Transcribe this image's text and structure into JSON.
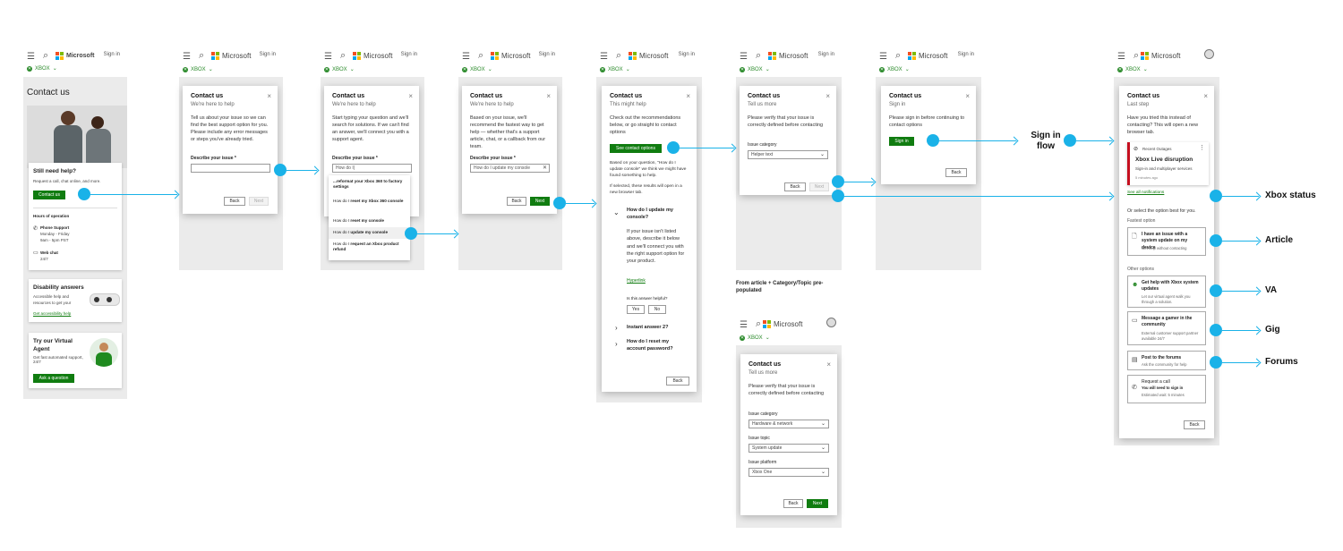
{
  "brand": {
    "microsoft": "Microsoft",
    "signin": "Sign in",
    "xbox": "XBOX"
  },
  "colors": {
    "accent": "#1ab2e8",
    "primary": "#107c10",
    "alert": "#c50f1f"
  },
  "common": {
    "back": "Back",
    "next": "Next",
    "yes": "Yes",
    "no": "No",
    "contact_us": "Contact us",
    "close": "×"
  },
  "s1": {
    "page_title": "Contact us",
    "still_need_help": "Still need help?",
    "still_desc": "Request a call, chat online, and more.",
    "contact_btn": "Contact us",
    "hours": "Hours of operation",
    "phone": "Phone Support",
    "phone_days": "Monday - Friday",
    "phone_hours": "9am - 5pm PST",
    "chat": "Web chat",
    "chat_hours": "24/7",
    "dis_title": "Disability answers",
    "dis_desc": "Accessible help and resources to get your",
    "dis_link": "Get accessibility help",
    "va_title": "Try our Virtual Agent",
    "va_desc": "Get fast automated support, 24/7",
    "va_btn": "Ask a question"
  },
  "s2": {
    "subtitle": "We're here to help",
    "body": "Tell us about your issue so we can find the best support option for you. Please include any error messages or steps you've already tried.",
    "label": "Describe your issue *"
  },
  "s3": {
    "subtitle": "We're here to help",
    "body": "Start typing your question and we'll search for solutions. If we can't find an answer, we'll connect you with a support agent.",
    "label": "Describe your issue *",
    "value": "How do I|",
    "sugg1": "...reformat your Xbox 360 to factory settings",
    "sugg2a": "How do I ",
    "sugg2b": "reset my Xbox 360 console",
    "sugg3a": "How do I ",
    "sugg3b": "reset my console",
    "sugg4a": "How do I ",
    "sugg4b": "update my console",
    "sugg5a": "How do I ",
    "sugg5b": "request an Xbox product refund"
  },
  "s4": {
    "subtitle": "We're here to help",
    "body": "Based on your issue, we'll recommend the fastest way to get help — whether that's a support article, chat, or a callback from our team.",
    "label": "Describe your issue *",
    "value": "How do I update my console"
  },
  "s5": {
    "subtitle": "This might help",
    "body": "Check out the recommendations below, or go straight to contact options",
    "see_btn": "See contact options",
    "based": "Based on your question, \"How do I update console\" we think we might have found something to help.",
    "selected": "If selected, these results will open in a new browser tab.",
    "acc_title": "How do I update my console?",
    "acc_body": "If your issue isn't listed above, describe it below and we'll connect you with the right support option for your product.",
    "hyperlink": "Hyperlink",
    "helpful": "Is this answer helpful?",
    "ia2": "Instant answer 2?",
    "reset_q": "How do I reset my account password?"
  },
  "s6": {
    "subtitle": "Tell us more",
    "body": "Please verify that your issue is correctly defined before contacting",
    "cat_label": "Issue category",
    "helper": "Helper text"
  },
  "s7": {
    "subtitle": "Tell us more",
    "body": "Please verify that your issue is correctly defined before contacting",
    "cat_label": "Issue category",
    "cat_value": "Hardware & network",
    "topic_label": "Issue topic",
    "topic_value": "System update",
    "plat_label": "Issue platform",
    "plat_value": "Xbox One",
    "caption": "From article + Category/Topic pre-populated"
  },
  "s8": {
    "subtitle": "Sign in",
    "body": "Please sign in before continuing to contact options",
    "signin_btn": "Sign in",
    "flow_label": "Sign in flow"
  },
  "s9": {
    "subtitle": "Last step",
    "body": "Have you tried this instead of contacting? This will open a new browser tab.",
    "outage_tag": "Recent Outages",
    "outage_title": "Xbox Live disruption",
    "outage_desc": "Sign-in and multiplayer services",
    "outage_time": "5 minutes ago",
    "see_all": "See all notifications",
    "or_select": "Or select the option best for you.",
    "fastest": "Fastest option",
    "opt1_title": "I have an issue with a system update on my device",
    "opt1_sub": "Get help without contacting",
    "other": "Other options",
    "opt2_title": "Get help with Xbox system updates",
    "opt2_sub": "Let our virtual agent walk you through a solution.",
    "opt3_title": "Message a gamer in the community",
    "opt3_sub": "External customer support partner available 24/7",
    "opt4_title": "Post to the forums",
    "opt4_sub": "Ask the community for help",
    "opt5_title": "Request a call",
    "opt5_bold": "You will need to sign in",
    "opt5_sub": "Estimated wait: 5 minutes"
  },
  "outcomes": {
    "xbox_status": "Xbox status",
    "article": "Article",
    "va": "VA",
    "gig": "Gig",
    "forums": "Forums"
  }
}
